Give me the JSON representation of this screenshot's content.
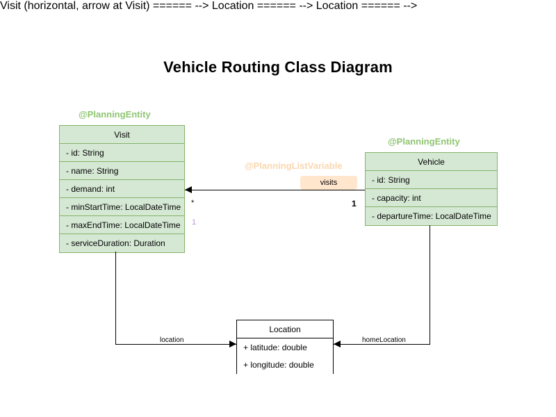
{
  "diagram": {
    "title": "Vehicle Routing Class Diagram",
    "colors": {
      "class_fill": "#d5e8d4",
      "class_border": "#82b366",
      "stereotype_green": "#8fc572",
      "stereotype_orange": "#fad7b0",
      "badge_fill": "#ffe6cc",
      "plain_border": "#000000",
      "lavender": "#b995d4"
    }
  },
  "classes": {
    "visit": {
      "stereotype": "@PlanningEntity",
      "name": "Visit",
      "attributes": [
        "- id: String",
        "- name: String",
        "- demand: int",
        "- minStartTime: LocalDateTime",
        "- maxEndTime: LocalDateTime",
        "- serviceDuration: Duration"
      ]
    },
    "vehicle": {
      "stereotype": "@PlanningEntity",
      "name": "Vehicle",
      "attributes": [
        "- id: String",
        "- capacity: int",
        "- departureTime: LocalDateTime"
      ]
    },
    "location": {
      "name": "Location",
      "attributes": [
        "+ latitude: double",
        "+ longitude: double"
      ]
    }
  },
  "relations": {
    "visits": {
      "stereotype": "@PlanningListVariable",
      "badge": "visits",
      "source_multiplicity": "1",
      "target_multiplicity": "*",
      "extra_multiplicity": "1"
    },
    "location": {
      "label": "location"
    },
    "home_location": {
      "label": "homeLocation"
    }
  }
}
